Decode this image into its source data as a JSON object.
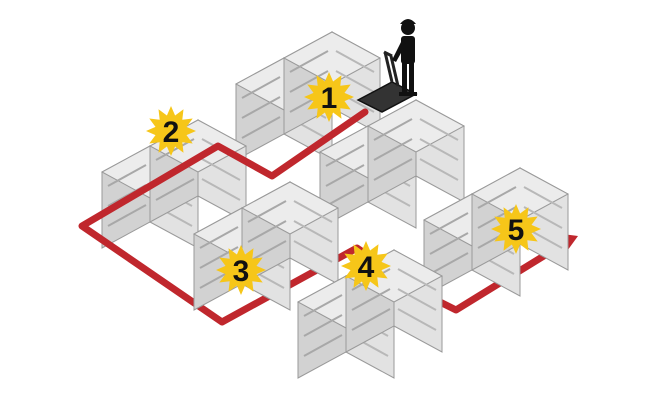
{
  "colors": {
    "route": "#c0272d",
    "burst": "#f6c619",
    "shelf_light": "#dcdcdc",
    "shelf_mid": "#c8c8c8",
    "shelf_dark": "#b4b4b4",
    "shelf_edge": "#9a9a9a",
    "worker": "#111111",
    "cart": "#333333"
  },
  "icons": {
    "worker": "warehouse-worker-icon",
    "cart": "pick-cart-icon",
    "burst": "starburst-icon",
    "arrow": "route-arrow-icon"
  },
  "stops": [
    {
      "label": "1"
    },
    {
      "label": "2"
    },
    {
      "label": "3"
    },
    {
      "label": "4"
    },
    {
      "label": "5"
    }
  ]
}
